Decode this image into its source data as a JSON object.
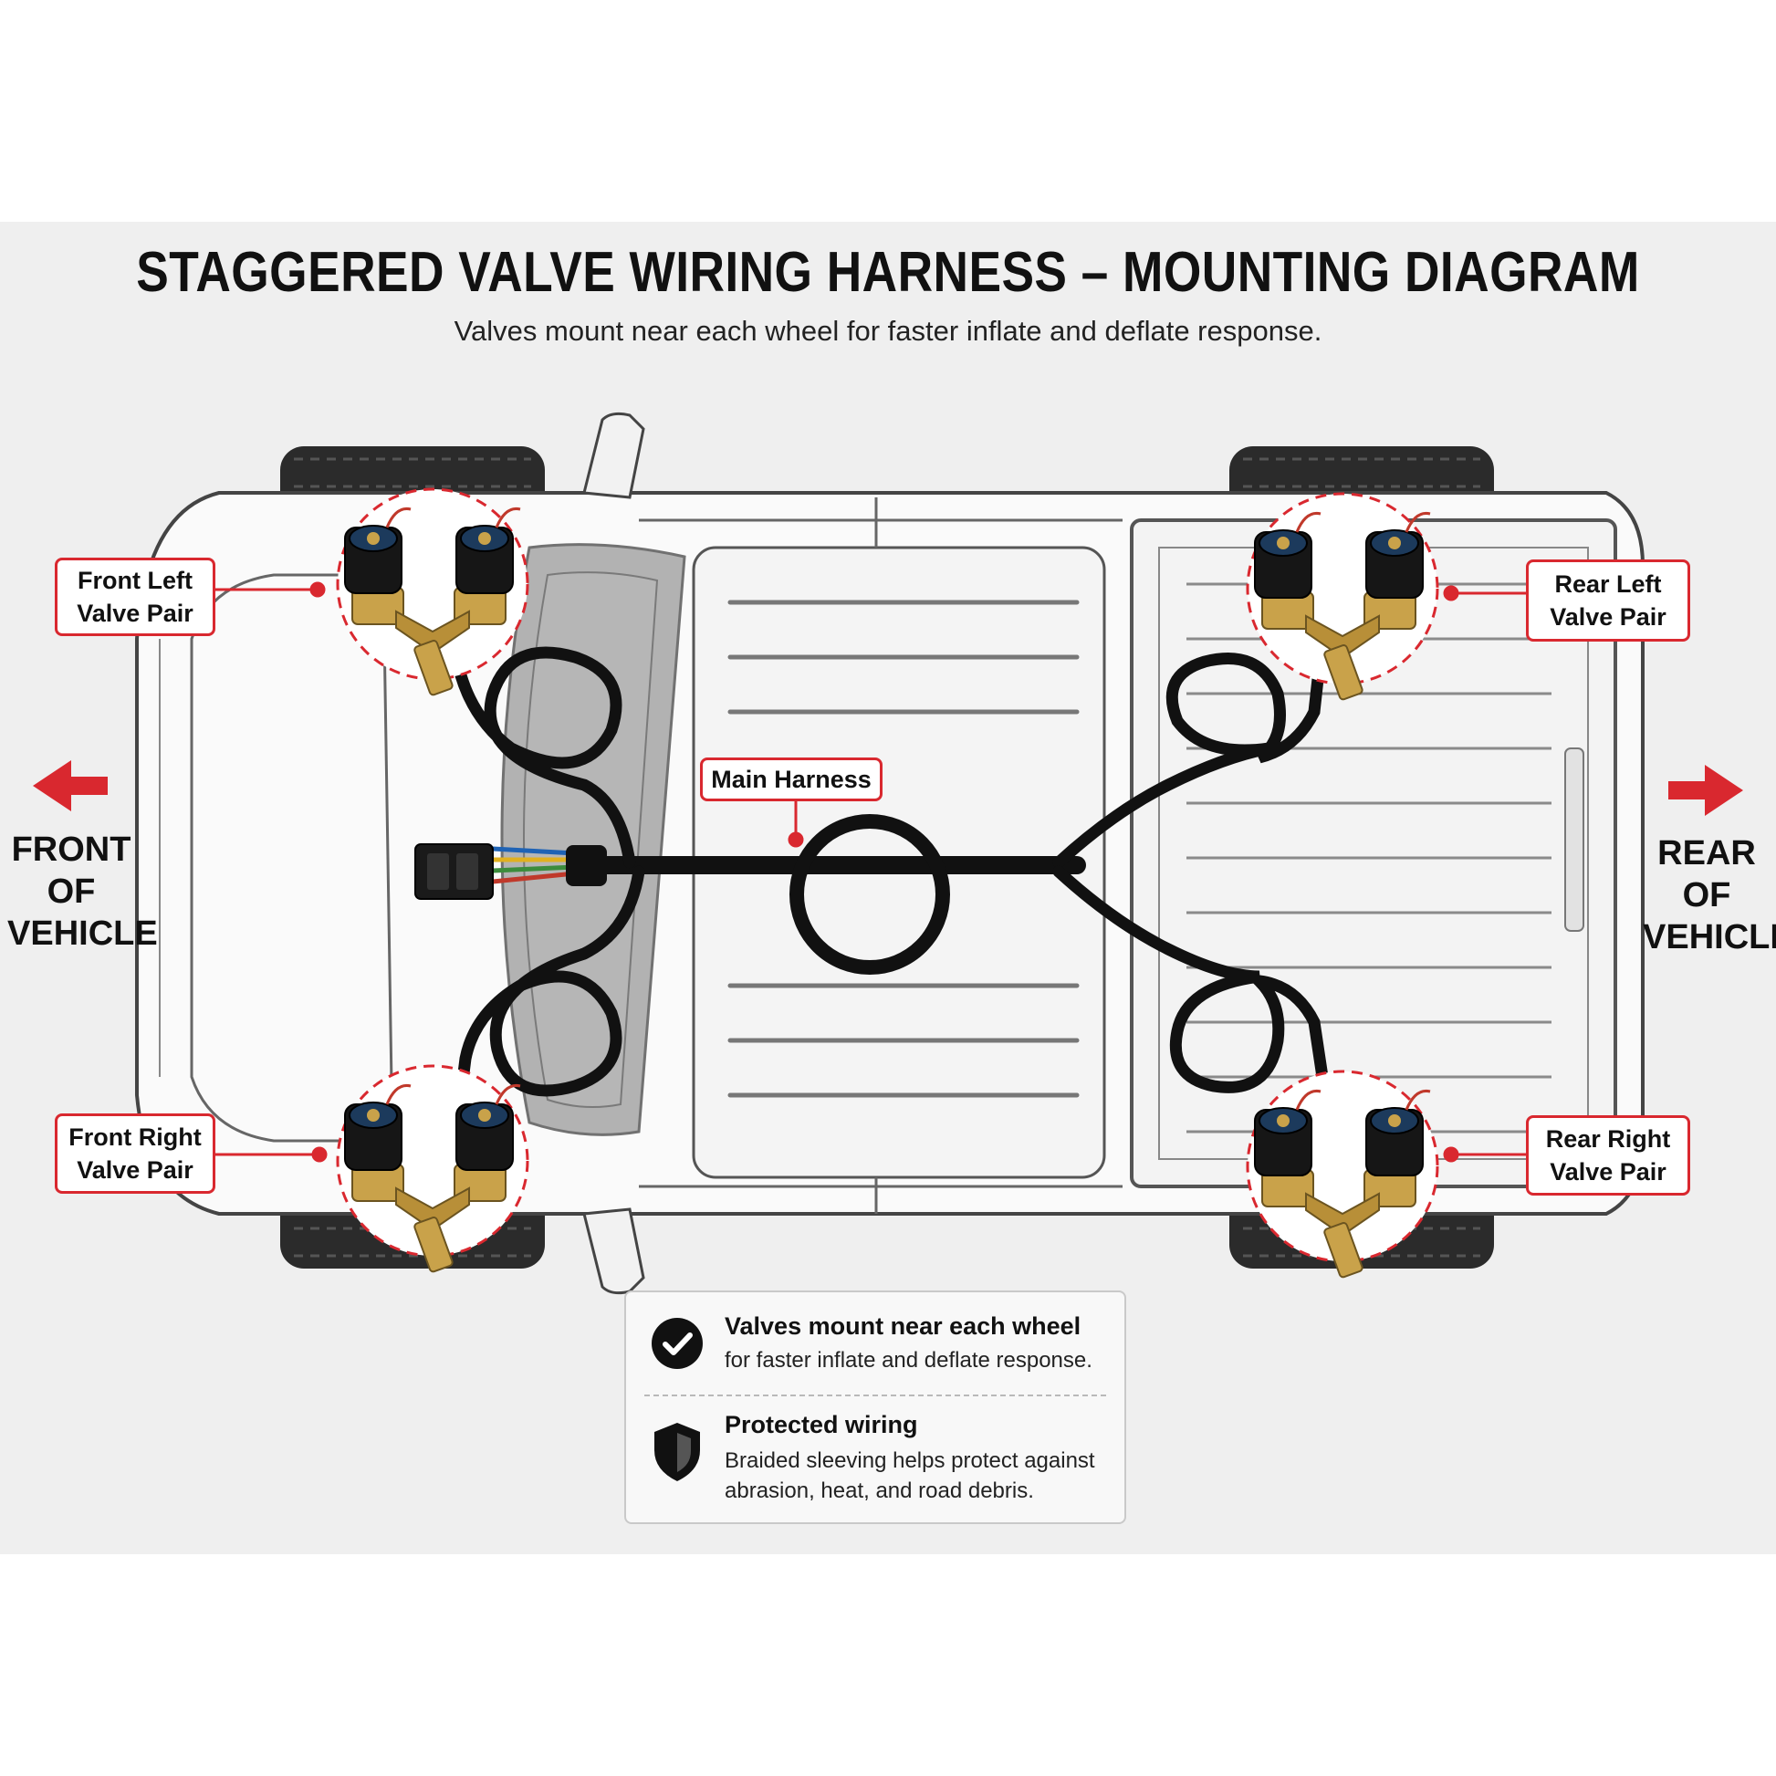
{
  "header": {
    "title": "STAGGERED VALVE WIRING HARNESS – MOUNTING DIAGRAM",
    "subtitle": "Valves mount near each wheel for faster inflate and deflate response."
  },
  "callouts": {
    "front_left": [
      "Front Left",
      "Valve Pair"
    ],
    "front_right": [
      "Front Right",
      "Valve Pair"
    ],
    "rear_left": [
      "Rear Left",
      "Valve Pair"
    ],
    "rear_right": [
      "Rear Right",
      "Valve Pair"
    ],
    "main_harness": "Main Harness"
  },
  "direction": {
    "front": [
      "FRONT",
      "OF",
      "VEHICLE"
    ],
    "rear": [
      "REAR",
      "OF",
      "VEHICLE"
    ]
  },
  "info": {
    "item1": {
      "icon": "checkmark-icon",
      "heading": "Valves mount near each wheel",
      "text": "for faster inflate and deflate response."
    },
    "item2": {
      "icon": "shield-icon",
      "heading": "Protected wiring",
      "lines": [
        "Braided sleeving helps protect against",
        "abrasion, heat, and road debris."
      ]
    }
  },
  "colors": {
    "accent": "#d9282f",
    "harness": "#111111",
    "brass": "#c9a24a",
    "solenoid": "#1c3a5c"
  }
}
